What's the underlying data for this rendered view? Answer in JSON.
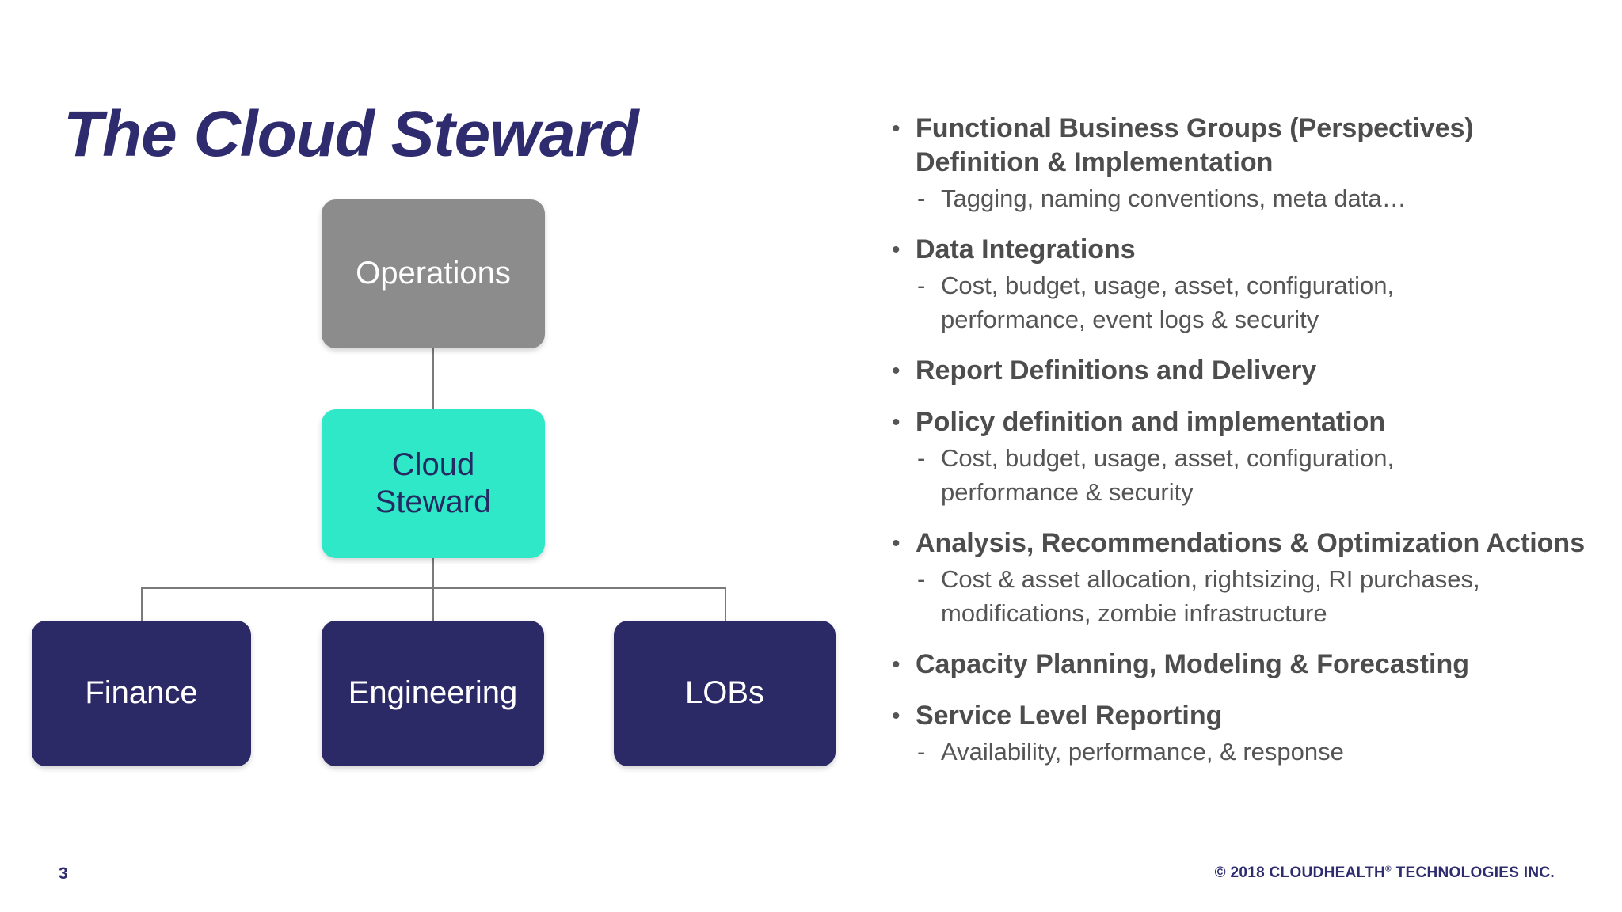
{
  "slide": {
    "title": "The Cloud Steward",
    "page_number": "3",
    "copyright": {
      "prefix": "© 2018 CLOUDHEALTH",
      "registered": "®",
      "suffix": " TECHNOLOGIES INC."
    }
  },
  "colors": {
    "title": "#2E2C6E",
    "gray_box": "#8C8C8C",
    "teal_box": "#2EE8C8",
    "navy_box": "#2B2966",
    "box_text_light": "#FFFFFF",
    "box_text_dark": "#252A63",
    "connector": "#7A7A7A",
    "header_text": "#4D4D4D",
    "body_text": "#555555",
    "footer_text": "#2E2C6E"
  },
  "diagram": {
    "nodes": [
      {
        "id": "operations",
        "label": "Operations"
      },
      {
        "id": "cloud-steward",
        "label": "Cloud\nSteward"
      },
      {
        "id": "finance",
        "label": "Finance"
      },
      {
        "id": "engineering",
        "label": "Engineering"
      },
      {
        "id": "lobs",
        "label": "LOBs"
      }
    ]
  },
  "bullets": {
    "marker": "•",
    "dash": "-",
    "items": [
      {
        "title": "Functional Business Groups (Perspectives)\nDefinition & Implementation",
        "subs": [
          "Tagging, naming conventions, meta data…"
        ]
      },
      {
        "title": "Data Integrations",
        "subs": [
          "Cost, budget, usage, asset, configuration,\nperformance, event logs & security"
        ]
      },
      {
        "title": "Report Definitions and Delivery",
        "subs": []
      },
      {
        "title": "Policy definition and implementation",
        "subs": [
          "Cost, budget, usage, asset, configuration,\nperformance & security"
        ]
      },
      {
        "title": "Analysis, Recommendations & Optimization Actions",
        "subs": [
          "Cost & asset allocation, rightsizing, RI purchases,\nmodifications, zombie infrastructure"
        ]
      },
      {
        "title": "Capacity Planning, Modeling & Forecasting",
        "subs": []
      },
      {
        "title": "Service Level Reporting",
        "subs": [
          "Availability, performance, & response"
        ]
      }
    ]
  }
}
